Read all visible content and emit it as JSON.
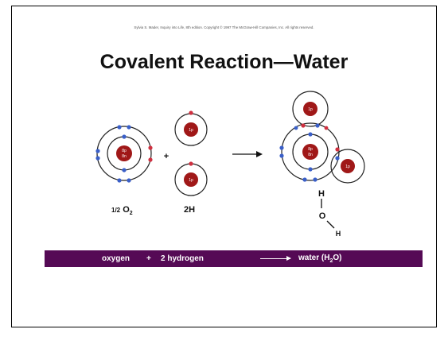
{
  "slide": {
    "copyright": "Sylvia S. Mader, Inquiry into Life, 8th edition. Copyright © 1997 The McGraw-Hill Companies, Inc. All rights reserved.",
    "title": "Covalent Reaction—Water"
  },
  "diagram": {
    "oxygen_label_fraction": "1/2",
    "oxygen_label_element": "O",
    "oxygen_label_subscript": "2",
    "plus_sign": "+",
    "hydrogen_label": "2H",
    "nucleus_text_oxygen_top": "8p",
    "nucleus_text_oxygen_bottom": "8n",
    "nucleus_text_hydrogen": "1p",
    "water_formula": {
      "top": "H",
      "middle": "O",
      "bottom": "H"
    },
    "oxygen_inner_electrons": 2,
    "oxygen_outer_electrons": 6,
    "colors": {
      "nucleus": "#a01818",
      "electron_blue": "#3a5fc8",
      "electron_red": "#d03040",
      "orbit": "#222222",
      "bar": "#550a55"
    }
  },
  "equation": {
    "reactant_1": "oxygen",
    "plus": "+",
    "reactant_2": "2 hydrogen",
    "product_prefix": "water (H",
    "product_subscript": "2",
    "product_suffix": "O)"
  }
}
